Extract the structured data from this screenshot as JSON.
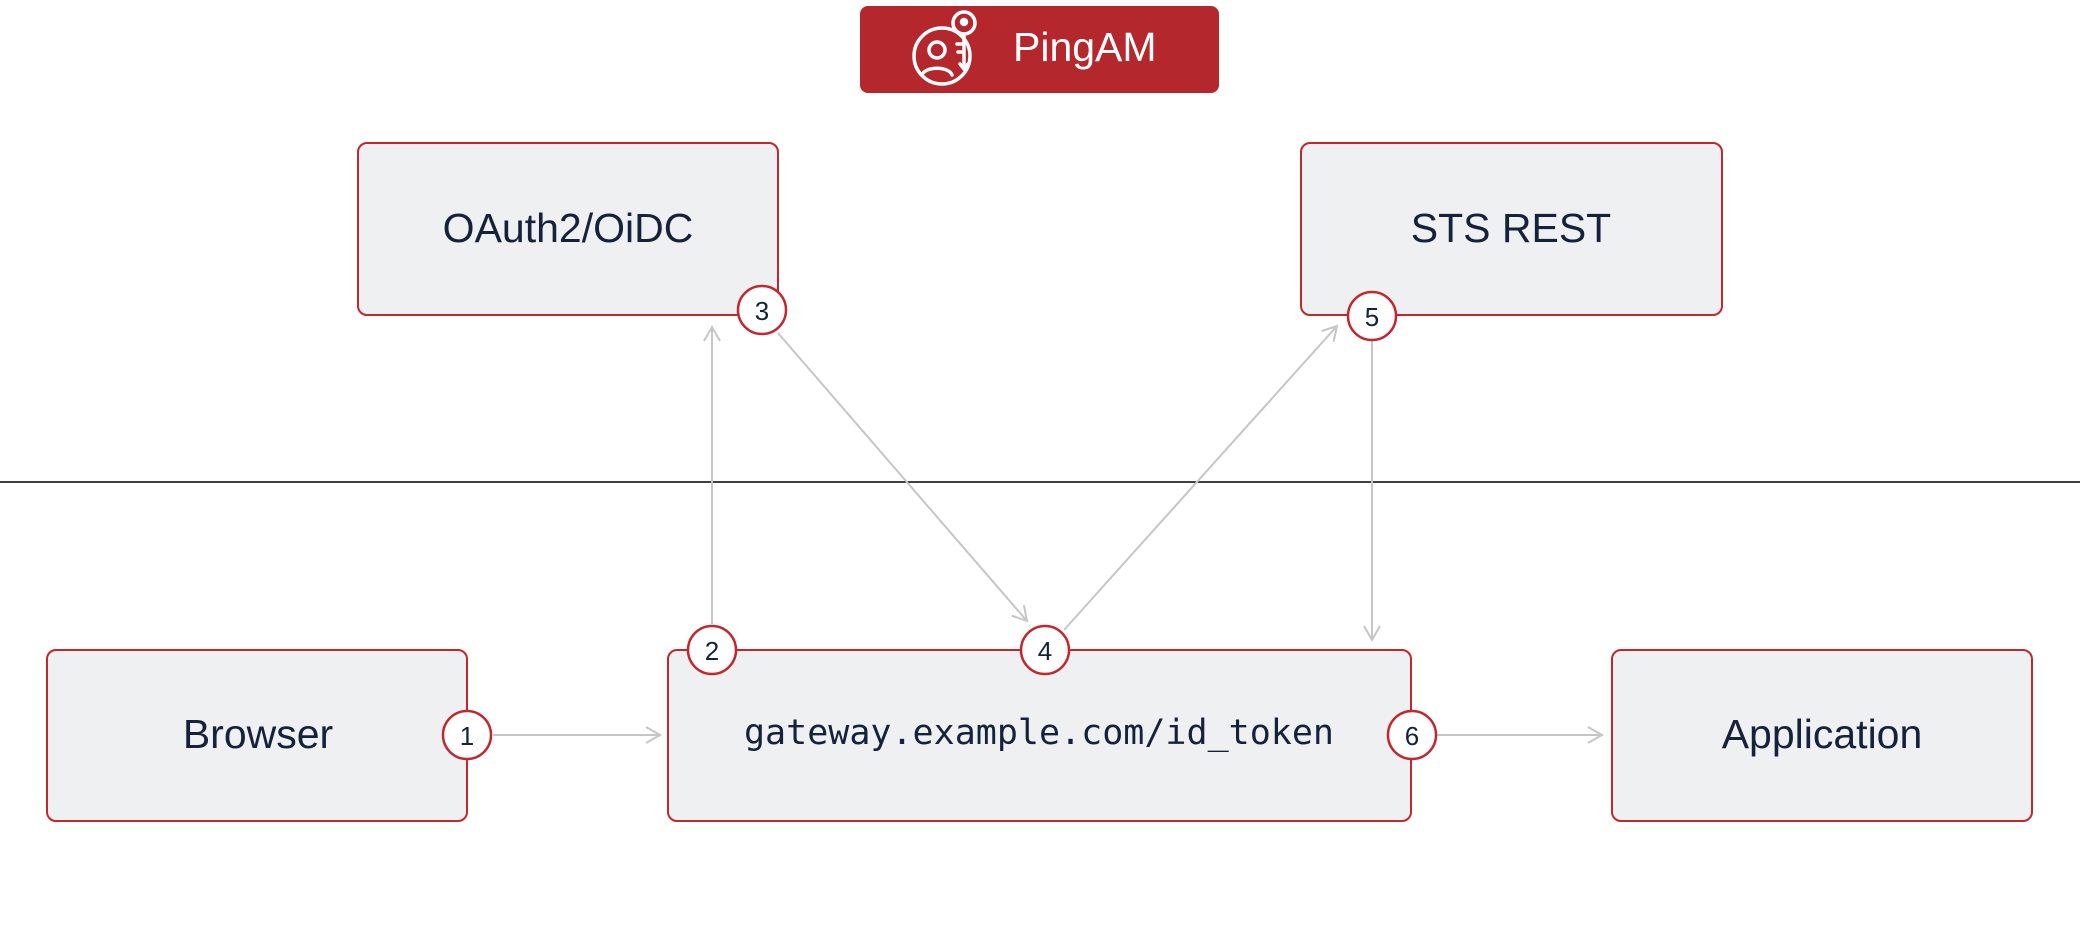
{
  "header": {
    "title": "PingAM",
    "icon": "user-key-icon",
    "color": "#b3272d"
  },
  "colors": {
    "accent": "#c1272d",
    "box_fill": "#eff0f2",
    "arrow": "#c6c6c6",
    "divider": "#000000",
    "text": "#16213a"
  },
  "boxes": {
    "oauth": "OAuth2/OiDC",
    "sts": "STS REST",
    "browser": "Browser",
    "gateway": "gateway.example.com/id_token",
    "application": "Application"
  },
  "steps": [
    "1",
    "2",
    "3",
    "4",
    "5",
    "6"
  ]
}
